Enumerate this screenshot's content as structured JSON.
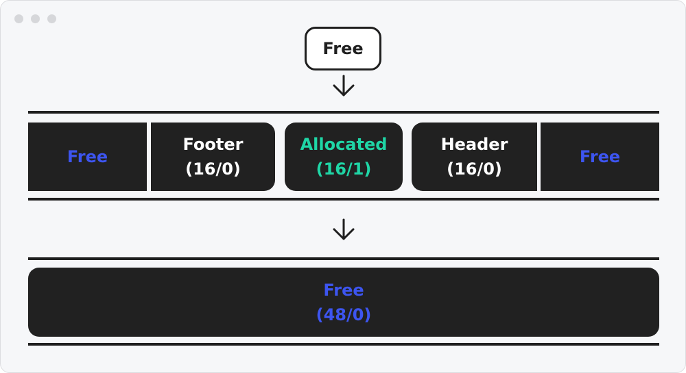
{
  "top_block": {
    "label": "Free"
  },
  "before": {
    "free_left": {
      "label": "Free"
    },
    "footer": {
      "label": "Footer",
      "size": "(16/0)"
    },
    "allocated": {
      "label": "Allocated",
      "size": "(16/1)"
    },
    "header": {
      "label": "Header",
      "size": "(16/0)"
    },
    "free_right": {
      "label": "Free"
    }
  },
  "after": {
    "merged": {
      "label": "Free",
      "size": "(48/0)"
    }
  },
  "colors": {
    "free": "#3d55f0",
    "allocated": "#1fd6a6",
    "boundary_tag": "#ffffff",
    "block_fill": "#212121"
  }
}
